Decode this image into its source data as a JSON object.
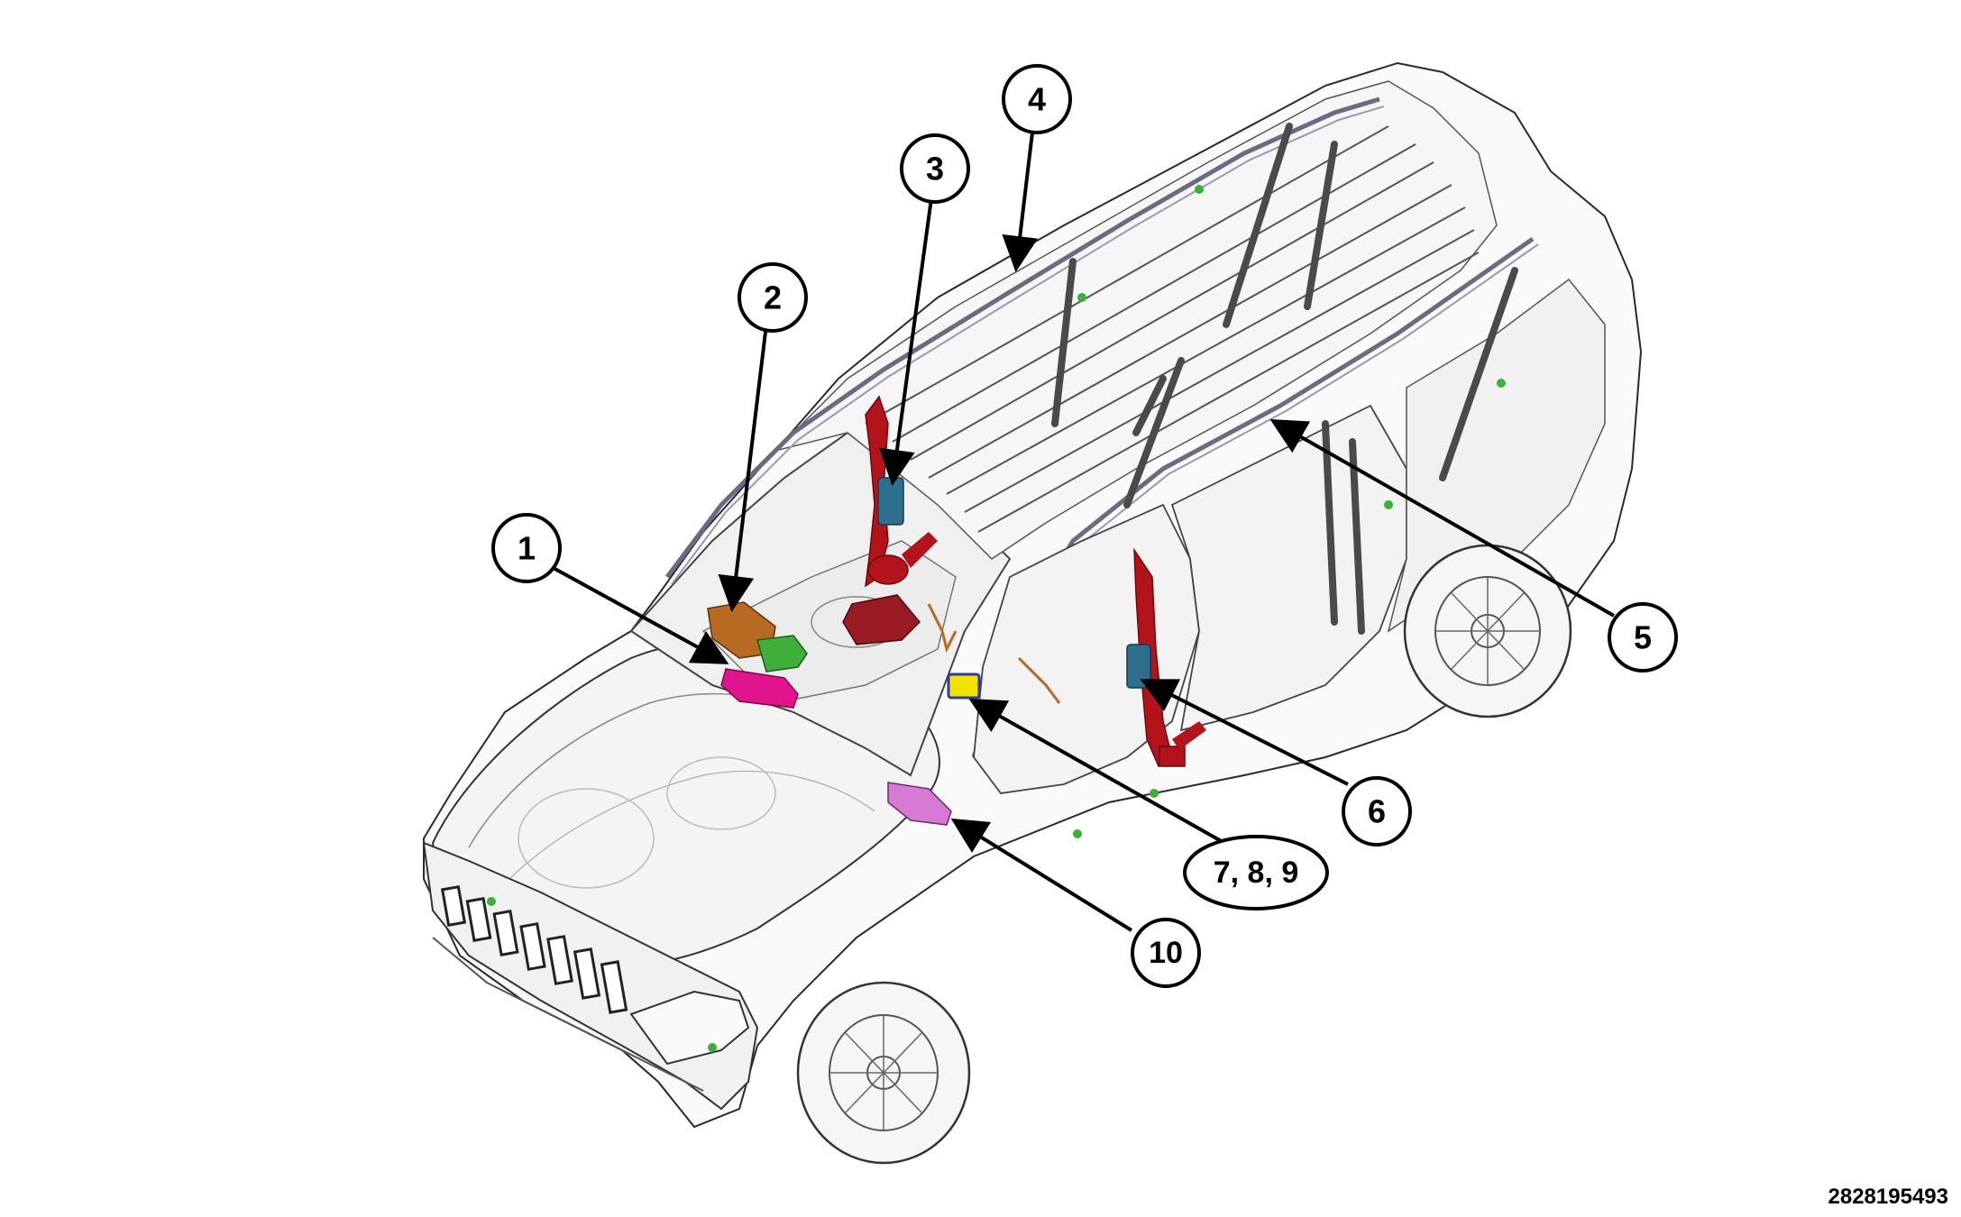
{
  "figure_id": "2828195493",
  "colors": {
    "outline": "#2a2a2a",
    "fade": "#9a9a9a",
    "glass": "#f2f2f2",
    "rail": "#6a6a82",
    "belt": "#4a4a4a",
    "red_component": "#b3141c",
    "blue_component": "#2e6f8e",
    "orange_component": "#b86a22",
    "green_component": "#3fae3a",
    "magenta_component": "#e0148c",
    "yellow_component": "#f2e200",
    "violet_component": "#d77ad4",
    "maroon_component": "#9a1c22"
  },
  "callouts": [
    {
      "id": "c1",
      "label": "1"
    },
    {
      "id": "c2",
      "label": "2"
    },
    {
      "id": "c3",
      "label": "3"
    },
    {
      "id": "c4",
      "label": "4"
    },
    {
      "id": "c5",
      "label": "5"
    },
    {
      "id": "c6",
      "label": "6"
    },
    {
      "id": "c789",
      "label": "7, 8, 9"
    },
    {
      "id": "c10",
      "label": "10"
    }
  ]
}
